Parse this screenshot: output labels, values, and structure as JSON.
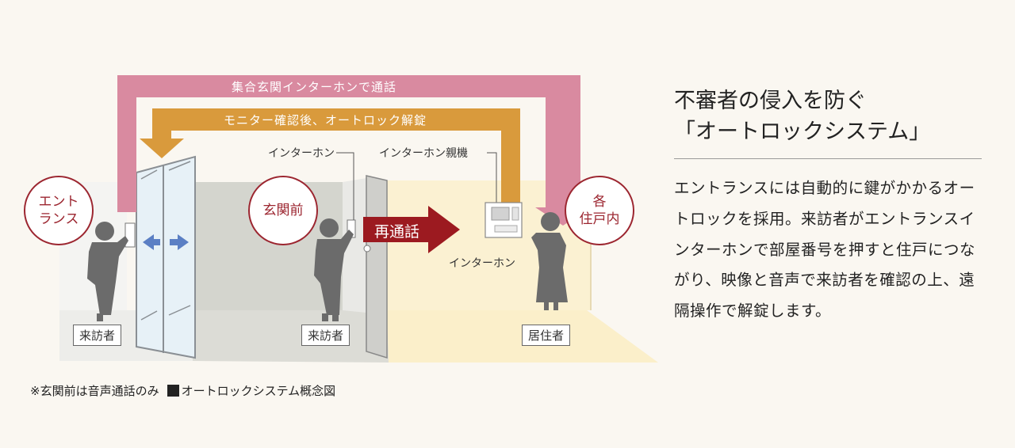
{
  "diagram": {
    "arrow_top": "集合玄関インターホンで通話",
    "arrow_second": "モニター確認後、オートロック解錠",
    "recall_arrow": "再通話",
    "circle_entrance": "エント\nランス",
    "circle_front": "玄関前",
    "circle_each_unit": "各\n住戸内",
    "label_intercom_left": "インターホン",
    "label_intercom_master": "インターホン親機",
    "label_intercom_inside": "インターホン",
    "visitor_1": "来訪者",
    "visitor_2": "来訪者",
    "resident": "居住者",
    "colors": {
      "pink_arrow": "#d98aa0",
      "gold_arrow": "#d99a3c",
      "red_arrow": "#9c1a20",
      "accent": "#9c2630"
    }
  },
  "footnote": {
    "note": "※玄関前は音声通話のみ",
    "caption": "オートロックシステム概念図"
  },
  "panel": {
    "heading_line1": "不審者の侵入を防ぐ",
    "heading_line2": "「オートロックシステム」",
    "body": "エントランスには自動的に鍵がかかるオートロックを採用。来訪者がエントランスインターホンで部屋番号を押すと住戸につながり、映像と音声で来訪者を確認の上、遠隔操作で解錠します。"
  }
}
